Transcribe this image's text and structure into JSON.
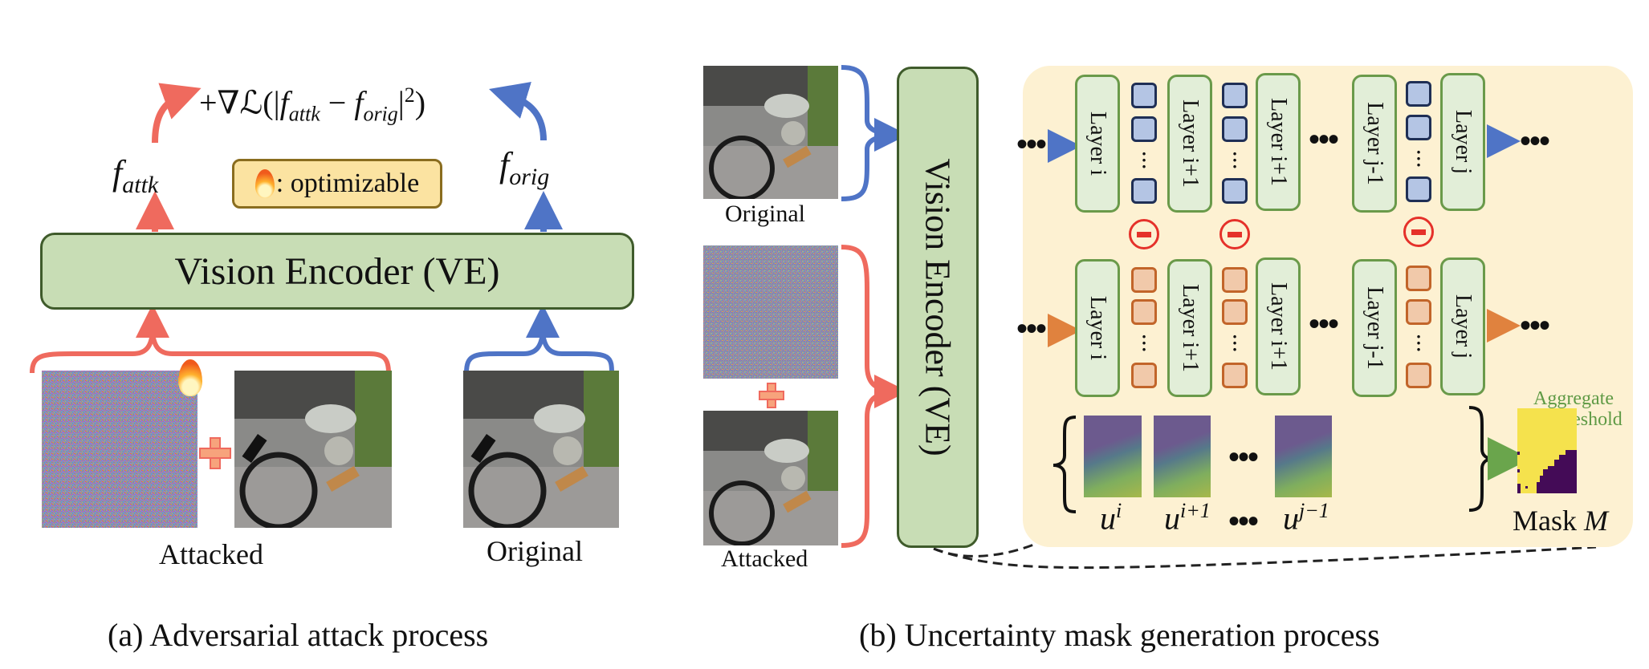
{
  "panel_a": {
    "equation": {
      "prefix": "+∇ℒ(|",
      "f1": "f",
      "f1_sub": "attk",
      "minus": " − ",
      "f2": "f",
      "f2_sub": "orig",
      "suffix": "|",
      "power": "2",
      "close": ")"
    },
    "f_attk": {
      "base": "f",
      "sub": "attk"
    },
    "f_orig": {
      "base": "f",
      "sub": "orig"
    },
    "optimizable_legend": {
      "icon": "fire-icon",
      "label": ": optimizable"
    },
    "vision_encoder_label": "Vision Encoder (VE)",
    "attacked_label": "Attacked",
    "original_label": "Original",
    "caption": "(a) Adversarial attack process"
  },
  "panel_b": {
    "original_label": "Original",
    "attacked_label": "Attacked",
    "vision_encoder_label": "Vision Encoder (VE)",
    "layers_top": [
      "Layer i",
      "Layer i+1",
      "Layer i+1",
      "Layer j-1",
      "Layer j"
    ],
    "layers_bottom": [
      "Layer i",
      "Layer i+1",
      "Layer i+1",
      "Layer j-1",
      "Layer j"
    ],
    "ellipsis": "•••",
    "uncertainty_maps": [
      {
        "base": "u",
        "sup": "i"
      },
      {
        "base": "u",
        "sup": "i+1"
      },
      {
        "base": "u",
        "sup": "j−1"
      }
    ],
    "aggregate_label_line1": "Aggregate",
    "aggregate_label_line2": "& Threshold",
    "mask_label": "Mask ",
    "mask_symbol": "M",
    "caption": "(b) Uncertainty mask generation process"
  },
  "colors": {
    "attack_red": "#ef6a5e",
    "original_blue": "#4f74c6",
    "orange_token": "#e0823e",
    "encoder_green": "#c8ddb5",
    "panel_bg": "#fdf1d2",
    "aggregate_green": "#6aa54c",
    "minus_red": "#e5312a",
    "mask_yellow": "#f5e24d",
    "mask_purple": "#440b57"
  }
}
